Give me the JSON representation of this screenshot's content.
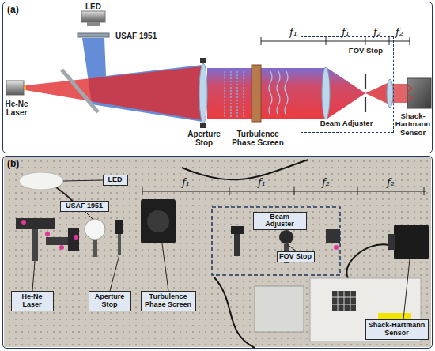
{
  "diagram": {
    "nodes": [
      {
        "text": [
          "(a)"
        ]
      },
      {
        "text": [
          "FOV Stop",
          "Beam Adjuster"
        ],
        "in": 0
      },
      {
        "text": [
          "(b)"
        ]
      },
      {
        "text": [
          "LED"
        ],
        "in": 2
      },
      {
        "text": [
          "USAF 1951"
        ],
        "in": 2
      },
      {
        "text": [
          "He-Ne Laser"
        ],
        "in": 2
      },
      {
        "text": [
          "Aperture Stop"
        ],
        "in": 2
      },
      {
        "text": [
          "Turbulence Phase Screen"
        ],
        "in": 2
      },
      {
        "text": [
          "Beam Adjuster"
        ],
        "in": 2
      },
      {
        "text": [
          "FOV Stop"
        ],
        "in": 2
      },
      {
        "text": [
          "Shack-Hartmann Sensor"
        ],
        "in": 2
      }
    ],
    "labels": [
      "LED",
      "USAF 1951",
      "He-Ne Laser",
      "Aperture Stop",
      "Turbulence Phase Screen",
      "f₁",
      "f₁",
      "f₂",
      "f₂",
      "Shack-Hartmann Sensor",
      "f₁",
      "f₁",
      "f₂",
      "f₂"
    ]
  }
}
